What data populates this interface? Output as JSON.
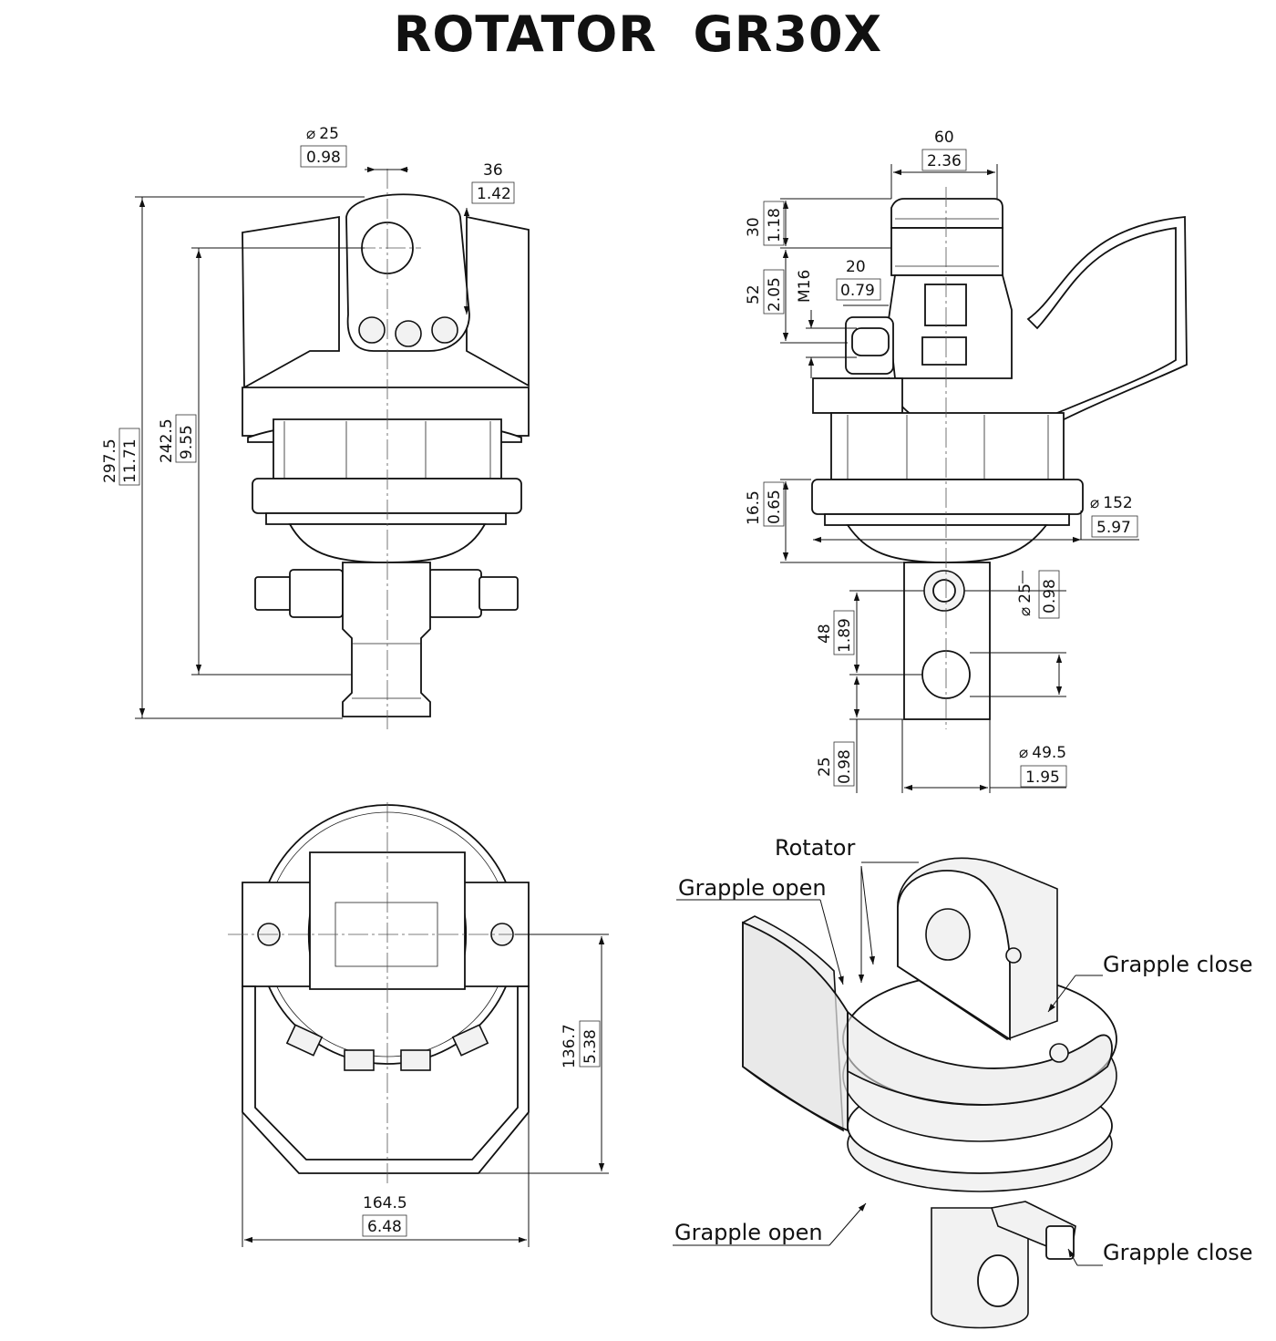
{
  "title": "ROTATOR  GR30X",
  "dimensions": {
    "front_pin_dia": {
      "mm": "25",
      "in": "0.98"
    },
    "front_lug_width": {
      "mm": "36",
      "in": "1.42"
    },
    "front_total_height": {
      "mm": "297.5",
      "in": "11.71"
    },
    "front_pin_to_pin": {
      "mm": "242.5",
      "in": "9.55"
    },
    "side_lug_width": {
      "mm": "60",
      "in": "2.36"
    },
    "side_top_height": {
      "mm": "30",
      "in": "1.18"
    },
    "side_port_height": {
      "mm": "52",
      "in": "2.05"
    },
    "side_port_thread": "M16",
    "side_port_offset": {
      "mm": "20",
      "in": "0.79"
    },
    "side_flange_height": {
      "mm": "16.5",
      "in": "0.65"
    },
    "side_flange_dia": {
      "mm": "152",
      "in": "5.97"
    },
    "side_lower_pin_dia": {
      "mm": "25",
      "in": "0.98"
    },
    "side_pin_spacing": {
      "mm": "48",
      "in": "1.89"
    },
    "side_bottom_height": {
      "mm": "25",
      "in": "0.98"
    },
    "side_shaft_dia": {
      "mm": "49.5",
      "in": "1.95"
    },
    "bottom_depth": {
      "mm": "136.7",
      "in": "5.38"
    },
    "bottom_width": {
      "mm": "164.5",
      "in": "6.48"
    }
  },
  "symbols": {
    "diameter": "⌀"
  },
  "callouts": {
    "rotator": "Rotator",
    "grapple_open_top": "Grapple open",
    "grapple_close_top": "Grapple close",
    "grapple_open_bottom": "Grapple open",
    "grapple_close_bottom": "Grapple close"
  }
}
